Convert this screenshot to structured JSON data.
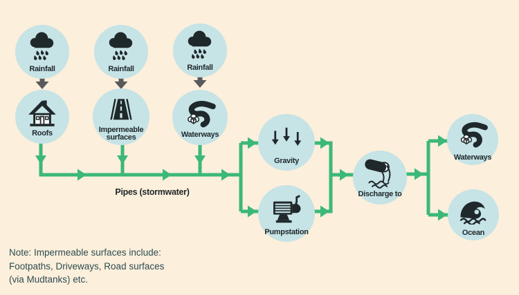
{
  "colors": {
    "background": "#FCEFDB",
    "circle": "#C6E3E6",
    "pipe": "#3CB878",
    "icon": "#1F282A",
    "arrow_gray": "#58595B",
    "note_text": "#2D4B52"
  },
  "nodes": {
    "rainfall1": {
      "label": "Rainfall",
      "icon": "rain-cloud-icon"
    },
    "rainfall2": {
      "label": "Rainfall",
      "icon": "rain-cloud-icon"
    },
    "rainfall3": {
      "label": "Rainfall",
      "icon": "rain-cloud-icon"
    },
    "roofs": {
      "label": "Roofs",
      "icon": "house-icon"
    },
    "impermeable": {
      "label": "Impermeable surfaces",
      "icon": "road-icon"
    },
    "waterways_left": {
      "label": "Waterways",
      "icon": "river-tree-icon"
    },
    "gravity": {
      "label": "Gravity",
      "icon": "down-arrows-icon"
    },
    "pumpstation": {
      "label": "Pumpstation",
      "icon": "pump-icon"
    },
    "discharge": {
      "label": "Discharge to",
      "icon": "outfall-pipe-icon"
    },
    "waterways_right": {
      "label": "Waterways",
      "icon": "river-tree-icon"
    },
    "ocean": {
      "label": "Ocean",
      "icon": "wave-icon"
    }
  },
  "pipes_label": "Pipes (stormwater)",
  "note": {
    "line1": "Note: Impermeable surfaces include:",
    "line2": "Footpaths, Driveways, Road surfaces",
    "line3": "(via Mudtanks) etc."
  },
  "edges": [
    {
      "from": "Rainfall",
      "to": "Roofs"
    },
    {
      "from": "Rainfall",
      "to": "Impermeable surfaces"
    },
    {
      "from": "Rainfall",
      "to": "Waterways"
    },
    {
      "from": "Roofs",
      "to": "Pipes (stormwater)"
    },
    {
      "from": "Impermeable surfaces",
      "to": "Pipes (stormwater)"
    },
    {
      "from": "Waterways",
      "to": "Pipes (stormwater)"
    },
    {
      "from": "Pipes (stormwater)",
      "to": "Gravity"
    },
    {
      "from": "Pipes (stormwater)",
      "to": "Pumpstation"
    },
    {
      "from": "Gravity",
      "to": "Discharge to"
    },
    {
      "from": "Pumpstation",
      "to": "Discharge to"
    },
    {
      "from": "Discharge to",
      "to": "Waterways"
    },
    {
      "from": "Discharge to",
      "to": "Ocean"
    }
  ]
}
